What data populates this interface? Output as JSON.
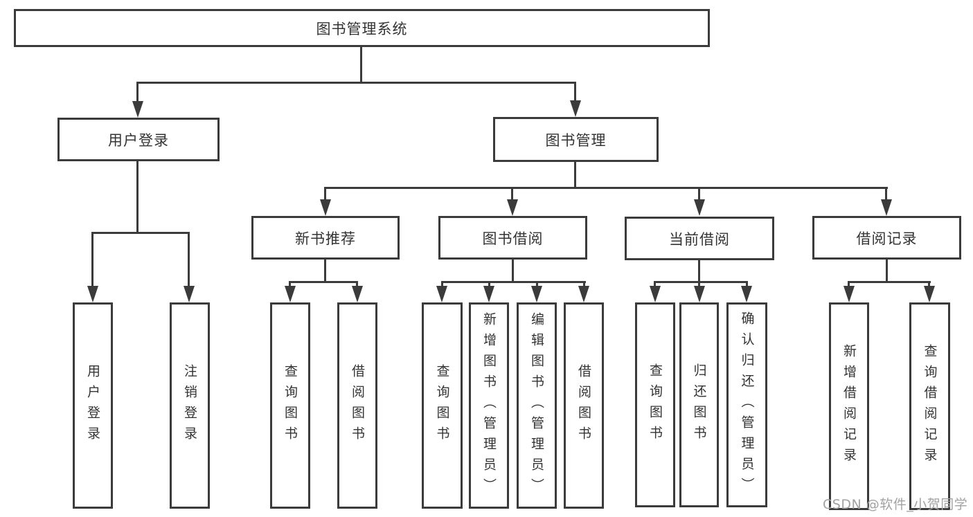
{
  "diagram_title": "图书管理系统",
  "nodes": {
    "root": {
      "label": "图书管理系统"
    },
    "level2": [
      {
        "label": "用户登录"
      },
      {
        "label": "图书管理"
      }
    ],
    "level3": [
      {
        "label": "新书推荐",
        "parent": "图书管理"
      },
      {
        "label": "图书借阅",
        "parent": "图书管理"
      },
      {
        "label": "当前借阅",
        "parent": "图书管理"
      },
      {
        "label": "借阅记录",
        "parent": "图书管理"
      }
    ],
    "level4": [
      {
        "label": "用户登录",
        "parent": "用户登录"
      },
      {
        "label": "注销登录",
        "parent": "用户登录"
      },
      {
        "label": "查询图书",
        "parent": "新书推荐"
      },
      {
        "label": "借阅图书",
        "parent": "新书推荐"
      },
      {
        "label": "查询图书",
        "parent": "图书借阅"
      },
      {
        "label": "新增图书（管理员）",
        "parent": "图书借阅"
      },
      {
        "label": "编辑图书（管理员）",
        "parent": "图书借阅"
      },
      {
        "label": "借阅图书",
        "parent": "图书借阅"
      },
      {
        "label": "查询图书",
        "parent": "当前借阅"
      },
      {
        "label": "归还图书",
        "parent": "当前借阅"
      },
      {
        "label": "确认归还（管理员）",
        "parent": "当前借阅"
      },
      {
        "label": "新增借阅记录",
        "parent": "借阅记录"
      },
      {
        "label": "查询借阅记录",
        "parent": "借阅记录"
      }
    ]
  },
  "watermark": {
    "text": "CSDN @软件_小贺同学"
  },
  "colors": {
    "line": "#3b3b3b",
    "text": "#333333",
    "background": "#ffffff",
    "watermark": "#a2a2a2"
  }
}
